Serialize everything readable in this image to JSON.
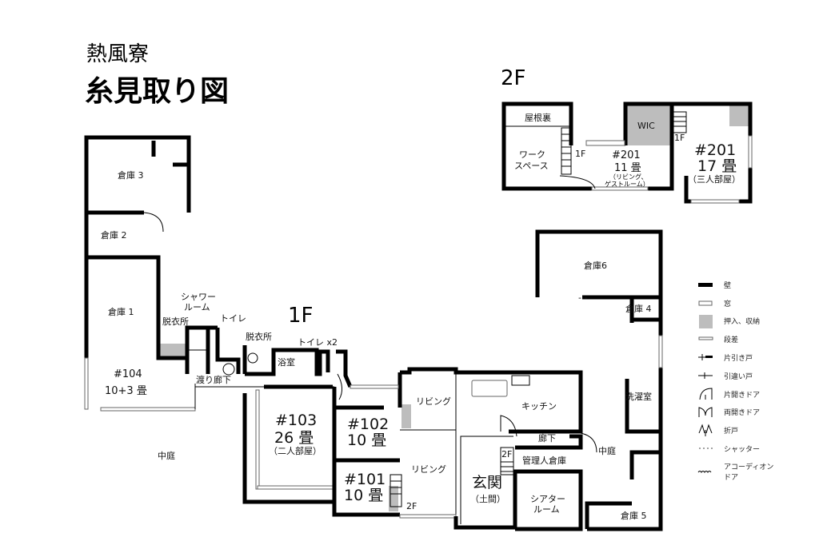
{
  "header": {
    "subtitle": "熱風寮",
    "title": "糸見取り図"
  },
  "floors": {
    "f2": "2F",
    "f1": "1F"
  },
  "second_floor": {
    "attic": "屋根裏",
    "workspace": [
      "ワーク",
      "スペース"
    ],
    "wic": "WIC",
    "stairs_down_a": "1F",
    "stairs_down_b": "1F",
    "room_201_living": {
      "number": "#201",
      "size": "11 畳",
      "note": [
        "（リビング、",
        "ゲストルーム）"
      ]
    },
    "room_201_bedroom": {
      "number": "#201",
      "size": "17 畳",
      "note": "（三人部屋）"
    }
  },
  "first_floor": {
    "storage3": "倉庫 3",
    "storage2": "倉庫 2",
    "storage1": "倉庫 1",
    "room_104": {
      "number": "#104",
      "size": "10+3 畳"
    },
    "shower_room": [
      "シャワー",
      "ルーム"
    ],
    "dressing_room_a": "脱衣所",
    "toilet_a": "トイレ",
    "dressing_room_b": "脱衣所",
    "toilet_x2": "トイレ x2",
    "bathroom": "浴室",
    "corridor_bridge": "渡り廊下",
    "room_103": {
      "number": "#103",
      "size": "26 畳",
      "note": "（二人部屋）"
    },
    "room_102": {
      "number": "#102",
      "size": "10 畳"
    },
    "room_101": {
      "number": "#101",
      "size": "10 畳"
    },
    "living_a": "リビング",
    "living_b": "リビング",
    "stairs_up_a": "2F",
    "stairs_up_b": "2F",
    "kitchen": "キッチン",
    "corridor": "廊下",
    "manager_storage": "管理人倉庫",
    "entrance": {
      "name": "玄関",
      "note": "（土間）"
    },
    "theater": [
      "シアター",
      "ルーム"
    ],
    "storage6": "倉庫6",
    "storage4": "倉庫 4",
    "laundry": "洗濯室",
    "courtyard_right": "中庭",
    "storage5": "倉庫 5",
    "courtyard_left": "中庭"
  },
  "legend": [
    {
      "icon": "wall",
      "label": "壁"
    },
    {
      "icon": "window",
      "label": "窓"
    },
    {
      "icon": "storage",
      "label": "押入、収納"
    },
    {
      "icon": "step",
      "label": "段差"
    },
    {
      "icon": "single-sliding-door",
      "label": "片引き戸"
    },
    {
      "icon": "double-sliding-door",
      "label": "引違い戸"
    },
    {
      "icon": "single-swing-door",
      "label": "片開きドア"
    },
    {
      "icon": "double-swing-door",
      "label": "両開きドア"
    },
    {
      "icon": "folding-door",
      "label": "折戸"
    },
    {
      "icon": "shutter",
      "label": "シャッター"
    },
    {
      "icon": "accordion-door",
      "label": "アコーディオン",
      "label2": "ドア"
    }
  ],
  "colors": {
    "wall": "#000000",
    "storage": "#bdbdbd"
  }
}
